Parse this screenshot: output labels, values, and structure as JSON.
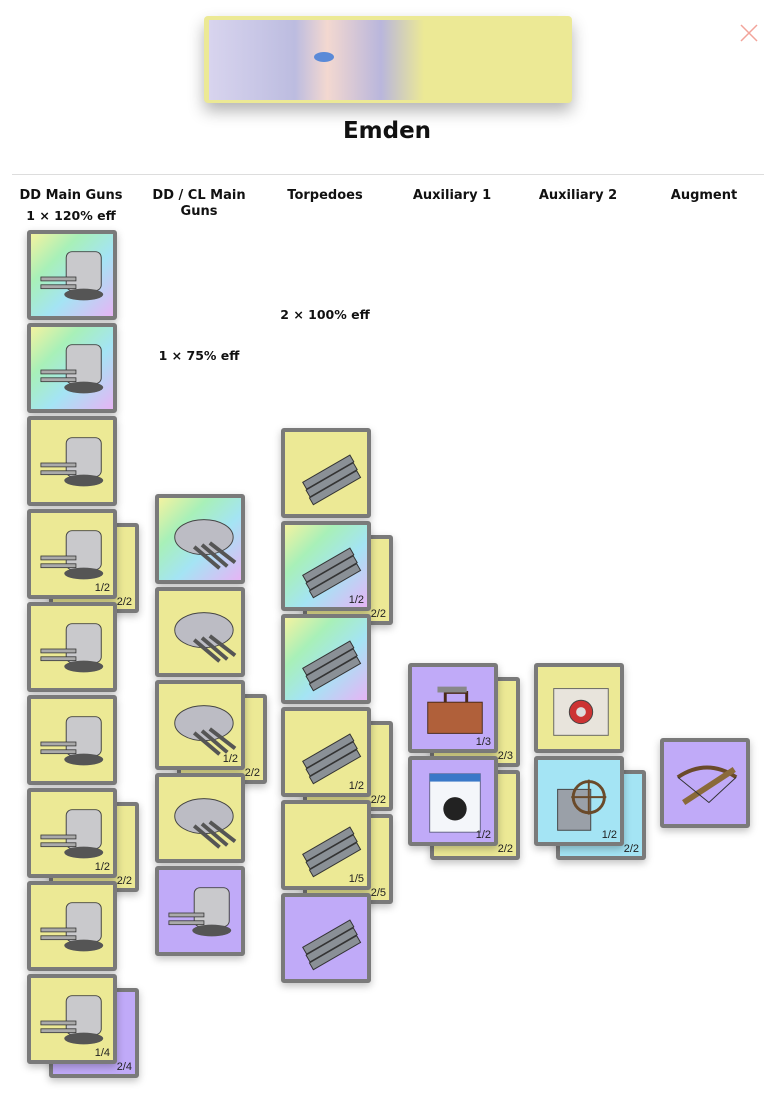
{
  "ship": {
    "name": "Emden"
  },
  "close_icon": "close-icon",
  "colors": {
    "yellow": "#ece995",
    "purple": "#c0aaf8",
    "blue": "#a4e4f4"
  },
  "columns": [
    {
      "label": "DD Main Guns",
      "eff": "1 × 120% eff",
      "tiles": [
        {
          "rarity": "rainbow",
          "icon": "twin-gun-turret"
        },
        {
          "rarity": "rainbow",
          "icon": "twin-gun-turret"
        },
        {
          "rarity": "yellow",
          "icon": "twin-gun-turret"
        },
        {
          "rarity": "yellow",
          "icon": "twin-gun-turret",
          "count": "1/2",
          "back": {
            "rarity": "yellow",
            "count": "2/2"
          }
        },
        {
          "rarity": "yellow",
          "icon": "twin-gun-turret"
        },
        {
          "rarity": "yellow",
          "icon": "twin-gun-turret"
        },
        {
          "rarity": "yellow",
          "icon": "twin-gun-turret",
          "count": "1/2",
          "back": {
            "rarity": "yellow",
            "count": "2/2"
          }
        },
        {
          "rarity": "yellow",
          "icon": "twin-gun-turret"
        },
        {
          "rarity": "yellow",
          "icon": "twin-gun-turret",
          "count": "1/4",
          "back": {
            "rarity": "purple",
            "count": "2/4"
          }
        }
      ]
    },
    {
      "label": "DD / CL Main Guns",
      "eff": "1 × 75% eff",
      "tiles": [
        {
          "rarity": "rainbow",
          "icon": "triple-gun-turret"
        },
        {
          "rarity": "yellow",
          "icon": "triple-gun-turret"
        },
        {
          "rarity": "yellow",
          "icon": "triple-gun-turret",
          "count": "1/2",
          "back": {
            "rarity": "yellow",
            "count": "2/2"
          }
        },
        {
          "rarity": "yellow",
          "icon": "triple-gun-turret"
        },
        {
          "rarity": "purple",
          "icon": "twin-gun-turret"
        }
      ]
    },
    {
      "label": "Torpedoes",
      "eff": "2 × 100% eff",
      "tiles": [
        {
          "rarity": "yellow",
          "icon": "torpedo-launcher"
        },
        {
          "rarity": "rainbow",
          "icon": "torpedo-launcher",
          "count": "1/2",
          "back": {
            "rarity": "yellow",
            "count": "2/2"
          }
        },
        {
          "rarity": "rainbow",
          "icon": "torpedo-launcher"
        },
        {
          "rarity": "yellow",
          "icon": "torpedo-launcher",
          "count": "1/2",
          "back": {
            "rarity": "yellow",
            "count": "2/2"
          }
        },
        {
          "rarity": "yellow",
          "icon": "torpedo-launcher",
          "count": "1/5",
          "back": {
            "rarity": "yellow",
            "count": "2/5"
          }
        },
        {
          "rarity": "purple",
          "icon": "torpedo-launcher"
        }
      ]
    },
    {
      "label": "Auxiliary 1",
      "eff": "",
      "tiles": [
        {
          "rarity": "purple",
          "icon": "toolbox",
          "count": "1/3",
          "back": {
            "rarity": "yellow",
            "count": "2/3"
          }
        },
        {
          "rarity": "purple",
          "icon": "manual-document",
          "count": "1/2",
          "back": {
            "rarity": "yellow",
            "count": "2/2"
          }
        }
      ]
    },
    {
      "label": "Auxiliary 2",
      "eff": "",
      "tiles": [
        {
          "rarity": "yellow",
          "icon": "machinery"
        },
        {
          "rarity": "blue",
          "icon": "ship-wheel",
          "count": "1/2",
          "back": {
            "rarity": "blue",
            "count": "2/2"
          }
        }
      ]
    },
    {
      "label": "Augment",
      "eff": "",
      "tiles": [
        {
          "rarity": "purple",
          "icon": "crossbow"
        }
      ]
    }
  ]
}
